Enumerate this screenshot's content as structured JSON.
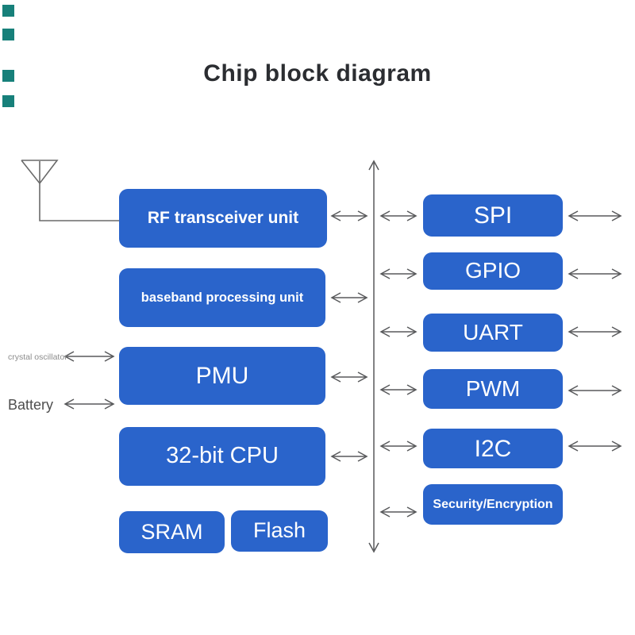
{
  "title": "Chip block diagram",
  "left_column": {
    "side_labels": [
      {
        "label": "crystal oscillator"
      },
      {
        "label": "Battery"
      }
    ],
    "boxes": [
      {
        "label": "RF transceiver unit"
      },
      {
        "label": "baseband processing unit"
      },
      {
        "label": "PMU"
      },
      {
        "label": "32-bit CPU"
      },
      {
        "label": "SRAM"
      },
      {
        "label": "Flash"
      }
    ]
  },
  "right_column": {
    "boxes": [
      {
        "label": "SPI"
      },
      {
        "label": "GPIO"
      },
      {
        "label": "UART"
      },
      {
        "label": "PWM"
      },
      {
        "label": "I2C"
      },
      {
        "label": "Security/Encryption"
      }
    ]
  },
  "icons": [
    {
      "name": "antenna-icon"
    },
    {
      "name": "system-bus-arrow"
    },
    {
      "name": "bidirectional-arrow"
    }
  ],
  "colors": {
    "background": "#ffffff",
    "block_blue": "#2a64cb",
    "block_text": "#ffffff",
    "arrow_gray": "#58595b",
    "title_text": "#2b2d31",
    "muted_label": "#8c8c8c",
    "battery_label": "#4e4e4e",
    "edge_marker_teal": "#17807a"
  },
  "edge_markers": {
    "count": 4,
    "color": "#17807a"
  }
}
